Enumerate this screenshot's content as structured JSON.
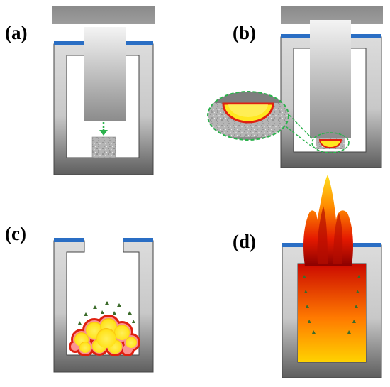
{
  "panels": [
    {
      "label": "(a)",
      "stage": "indenter-above-sample"
    },
    {
      "label": "(b)",
      "stage": "indenter-pressing-sample",
      "inset": "magnified-contact-zone"
    },
    {
      "label": "(c)",
      "stage": "hot-spot-reaction"
    },
    {
      "label": "(d)",
      "stage": "full-combustion-flame"
    }
  ],
  "colors": {
    "housing_light": "#d6d6d6",
    "housing_dark": "#6a6a6a",
    "cap_blue": "#2a6ec4",
    "outline": "#404040",
    "green_arrow": "#2bb24c",
    "reaction_yellow": "#ffe820",
    "reaction_red": "#e02010",
    "debris_green": "#3b6b2a",
    "sample_gray": "#b4b4b4"
  }
}
